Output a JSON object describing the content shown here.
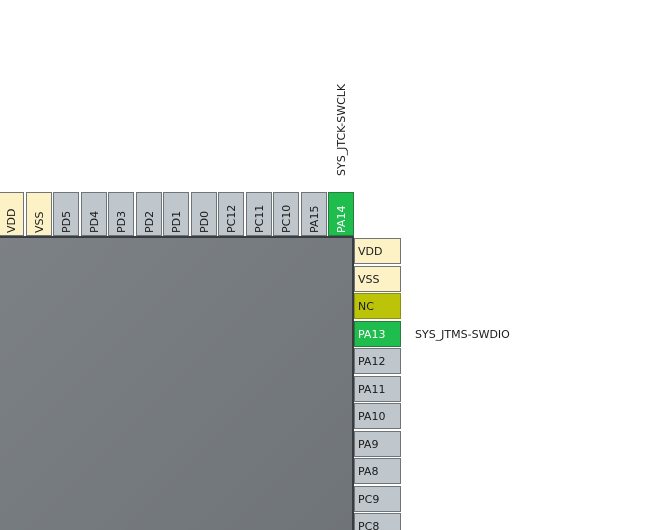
{
  "colors": {
    "power": "#fdf2c6",
    "nc": "#bcc40a",
    "assigned": "#1fbc4e",
    "io": "#bfc6cc",
    "chip_body": "#73787c"
  },
  "top_pins": [
    {
      "name": "VDD",
      "kind": "power"
    },
    {
      "name": "VSS",
      "kind": "power"
    },
    {
      "name": "PD5",
      "kind": "io"
    },
    {
      "name": "PD4",
      "kind": "io"
    },
    {
      "name": "PD3",
      "kind": "io"
    },
    {
      "name": "PD2",
      "kind": "io"
    },
    {
      "name": "PD1",
      "kind": "io"
    },
    {
      "name": "PD0",
      "kind": "io"
    },
    {
      "name": "PC12",
      "kind": "io"
    },
    {
      "name": "PC11",
      "kind": "io"
    },
    {
      "name": "PC10",
      "kind": "io"
    },
    {
      "name": "PA15",
      "kind": "io"
    },
    {
      "name": "PA14",
      "kind": "assigned",
      "signal": "SYS_JTCK-SWCLK"
    }
  ],
  "right_pins": [
    {
      "name": "VDD",
      "kind": "power"
    },
    {
      "name": "VSS",
      "kind": "power"
    },
    {
      "name": "NC",
      "kind": "nc"
    },
    {
      "name": "PA13",
      "kind": "assigned",
      "signal": "SYS_JTMS-SWDIO"
    },
    {
      "name": "PA12",
      "kind": "io"
    },
    {
      "name": "PA11",
      "kind": "io"
    },
    {
      "name": "PA10",
      "kind": "io"
    },
    {
      "name": "PA9",
      "kind": "io"
    },
    {
      "name": "PA8",
      "kind": "io"
    },
    {
      "name": "PC9",
      "kind": "io"
    },
    {
      "name": "PC8",
      "kind": "io"
    }
  ]
}
